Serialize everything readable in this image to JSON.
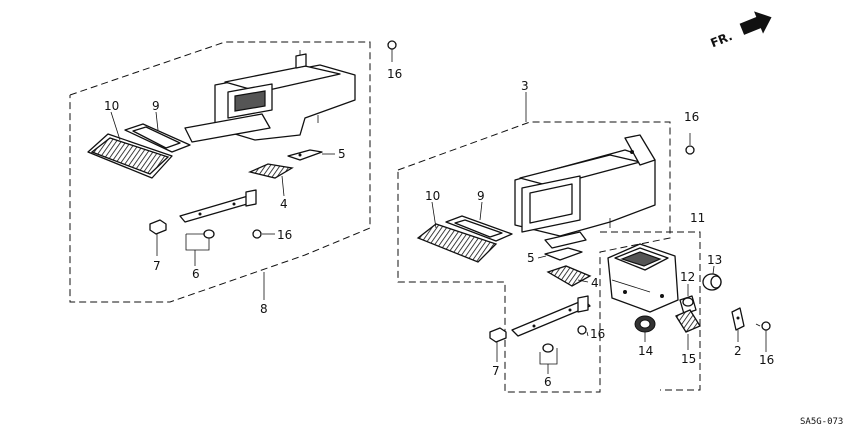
{
  "diagram": {
    "part_numbers": {
      "left_assembly": {
        "p10": "10",
        "p9": "9",
        "p5": "5",
        "p4": "4",
        "p16a": "16",
        "p16b": "16",
        "p7": "7",
        "p6": "6",
        "p8": "8"
      },
      "right_assembly": {
        "p3": "3",
        "p16a": "16",
        "p10": "10",
        "p9": "9",
        "p11": "11",
        "p5": "5",
        "p4": "4",
        "p13": "13",
        "p12": "12",
        "p16b": "16",
        "p14": "14",
        "p15": "15",
        "p2": "2",
        "p16c": "16",
        "p7": "7",
        "p6": "6"
      }
    },
    "direction_label": "FR.",
    "drawing_code": "SA5G-073",
    "line_color": "#111111",
    "background": "#ffffff"
  }
}
